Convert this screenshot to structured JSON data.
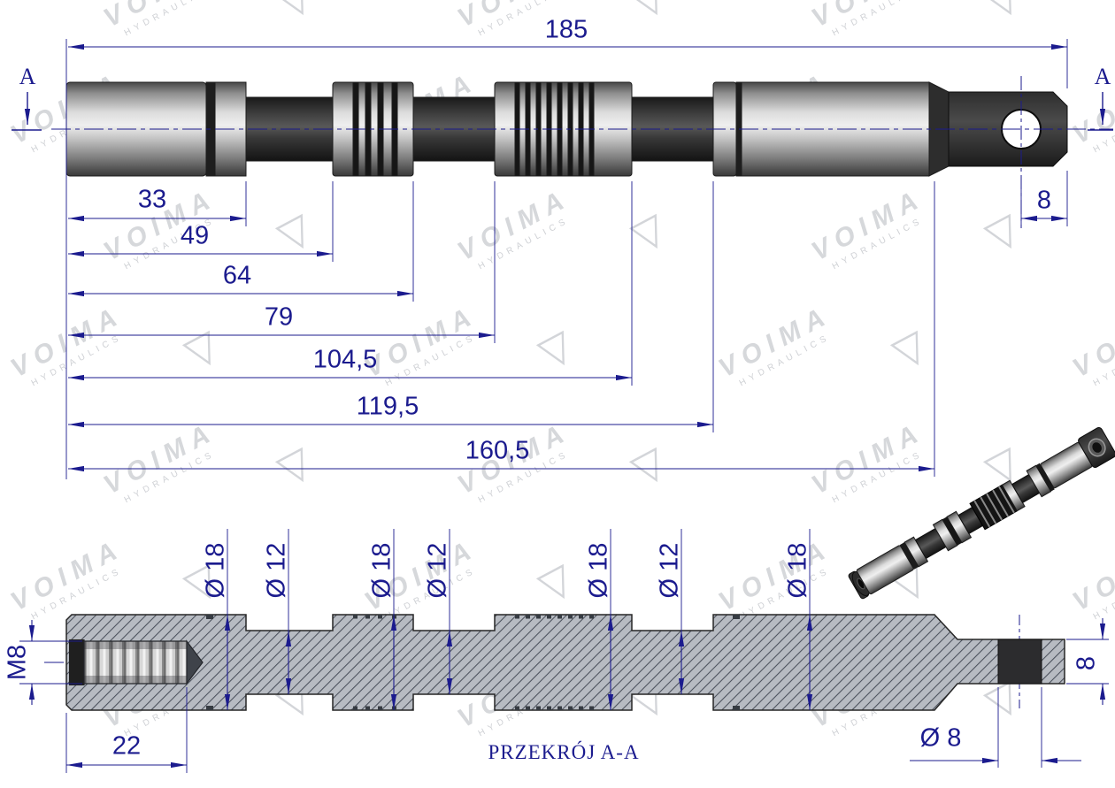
{
  "drawing": {
    "section_marker": "A",
    "section_title": "PRZEKRÓJ A-A",
    "overall_length": "185",
    "eye_offset": "8",
    "chain_dims": [
      "33",
      "49",
      "64",
      "79",
      "104,5",
      "119,5",
      "160,5"
    ],
    "diameters": [
      "Ø 18",
      "Ø 12",
      "Ø 18",
      "Ø 12",
      "Ø 18",
      "Ø 12",
      "Ø 18"
    ],
    "thread_label": "M8",
    "thread_depth": "22",
    "tongue_thickness": "8",
    "hole_diameter": "Ø 8",
    "colors": {
      "annotation": "#1b1b8e",
      "watermark": "#d6d8db",
      "hatch_fill": "#b7bbc2"
    }
  },
  "watermark": {
    "brand": "VOIMA",
    "sub": "HYDRAULICS",
    "logo_glyph": "▽"
  }
}
